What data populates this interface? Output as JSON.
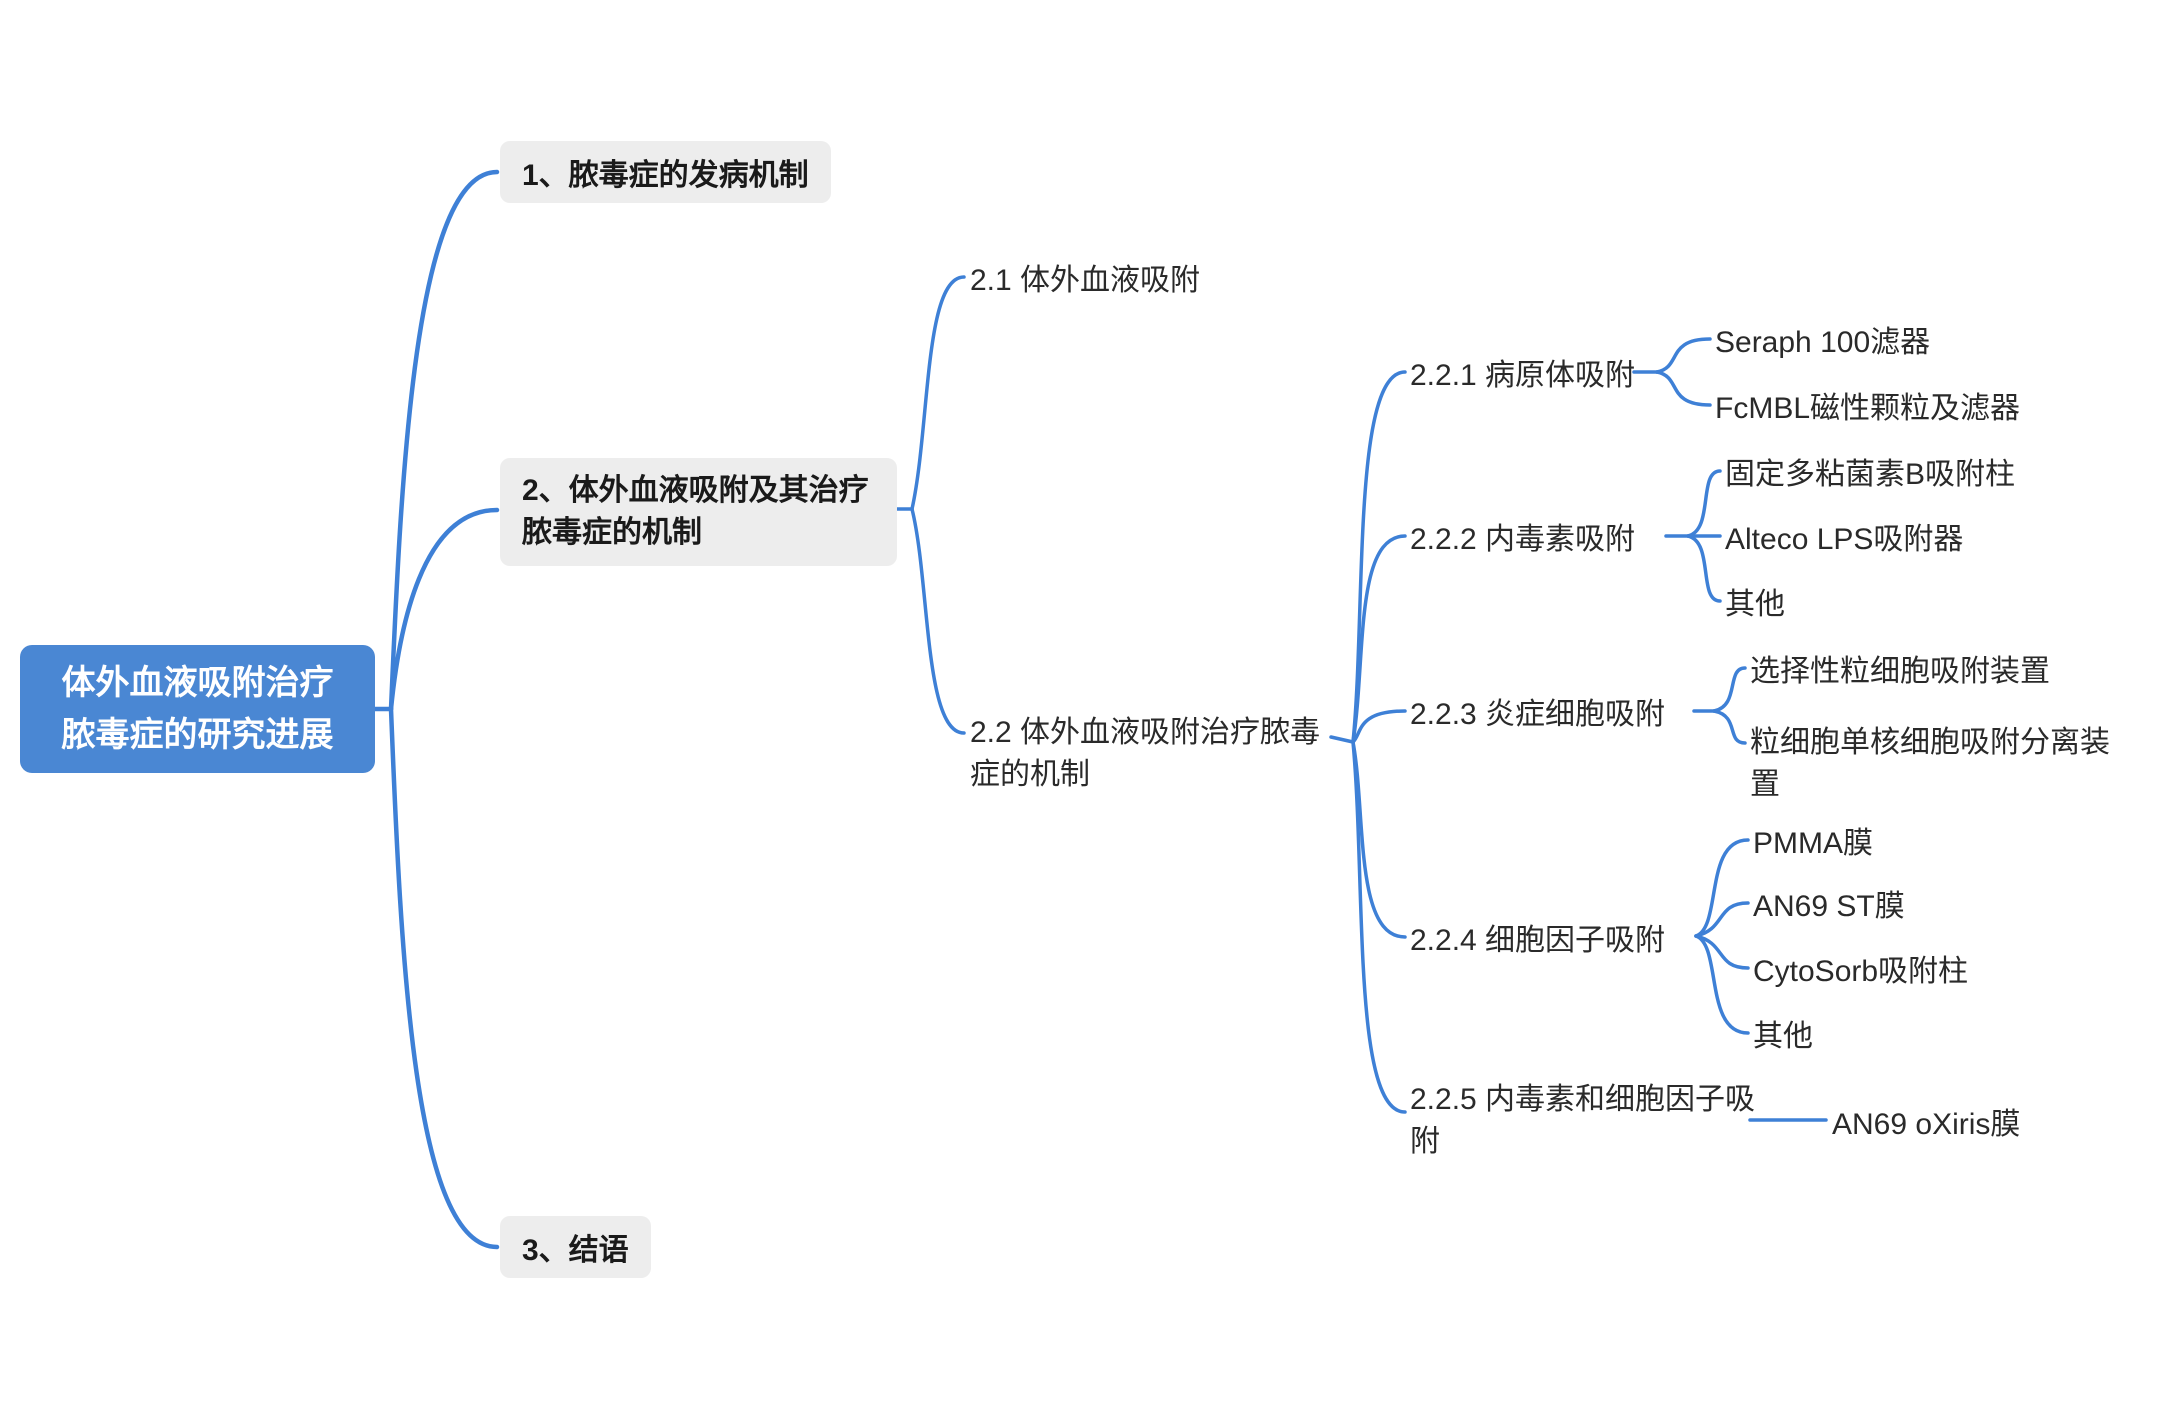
{
  "diagram": {
    "type": "mindmap",
    "colors": {
      "root_bg": "#4a87d3",
      "root_text": "#ffffff",
      "topic_bg": "#ededed",
      "connector_line": "#3e80d6",
      "text": "#2a2a2a",
      "background": "#ffffff"
    },
    "tree": {
      "label": "体外血液吸附治疗\n脓毒症的研究进展",
      "children": [
        {
          "label": "1、脓毒症的发病机制",
          "children": []
        },
        {
          "label": "2、体外血液吸附及其治疗\n脓毒症的机制",
          "children": [
            {
              "label": "2.1 体外血液吸附",
              "children": []
            },
            {
              "label": "2.2 体外血液吸附治疗脓毒\n症的机制",
              "children": [
                {
                  "label": "2.2.1 病原体吸附",
                  "children": [
                    {
                      "label": "Seraph 100滤器"
                    },
                    {
                      "label": "FcMBL磁性颗粒及滤器"
                    }
                  ]
                },
                {
                  "label": "2.2.2 内毒素吸附",
                  "children": [
                    {
                      "label": "固定多粘菌素B吸附柱"
                    },
                    {
                      "label": "Alteco LPS吸附器"
                    },
                    {
                      "label": "其他"
                    }
                  ]
                },
                {
                  "label": "2.2.3 炎症细胞吸附",
                  "children": [
                    {
                      "label": "选择性粒细胞吸附装置"
                    },
                    {
                      "label": "粒细胞单核细胞吸附分离装\n置"
                    }
                  ]
                },
                {
                  "label": "2.2.4 细胞因子吸附",
                  "children": [
                    {
                      "label": "PMMA膜"
                    },
                    {
                      "label": "AN69 ST膜"
                    },
                    {
                      "label": "CytoSorb吸附柱"
                    },
                    {
                      "label": "其他"
                    }
                  ]
                },
                {
                  "label": "2.2.5 内毒素和细胞因子吸\n附",
                  "children": [
                    {
                      "label": "AN69 oXiris膜"
                    }
                  ]
                }
              ]
            }
          ]
        },
        {
          "label": "3、结语",
          "children": []
        }
      ]
    }
  }
}
